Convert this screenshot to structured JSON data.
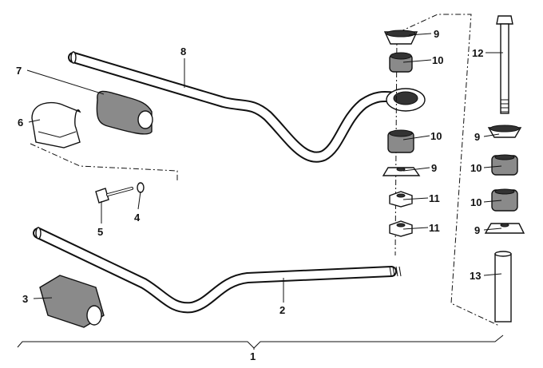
{
  "diagram": {
    "title": "Stabilizer bar assembly exploded view",
    "callouts": [
      {
        "id": "c1",
        "label": "1"
      },
      {
        "id": "c2",
        "label": "2"
      },
      {
        "id": "c3",
        "label": "3"
      },
      {
        "id": "c4",
        "label": "4"
      },
      {
        "id": "c5",
        "label": "5"
      },
      {
        "id": "c6",
        "label": "6"
      },
      {
        "id": "c7",
        "label": "7"
      },
      {
        "id": "c8",
        "label": "8"
      },
      {
        "id": "c9a",
        "label": "9"
      },
      {
        "id": "c10a",
        "label": "10"
      },
      {
        "id": "c10b",
        "label": "10"
      },
      {
        "id": "c9b",
        "label": "9"
      },
      {
        "id": "c11a",
        "label": "11"
      },
      {
        "id": "c11b",
        "label": "11"
      },
      {
        "id": "c12",
        "label": "12"
      },
      {
        "id": "c9c",
        "label": "9"
      },
      {
        "id": "c10c",
        "label": "10"
      },
      {
        "id": "c10d",
        "label": "10"
      },
      {
        "id": "c9d",
        "label": "9"
      },
      {
        "id": "c13",
        "label": "13"
      }
    ]
  }
}
